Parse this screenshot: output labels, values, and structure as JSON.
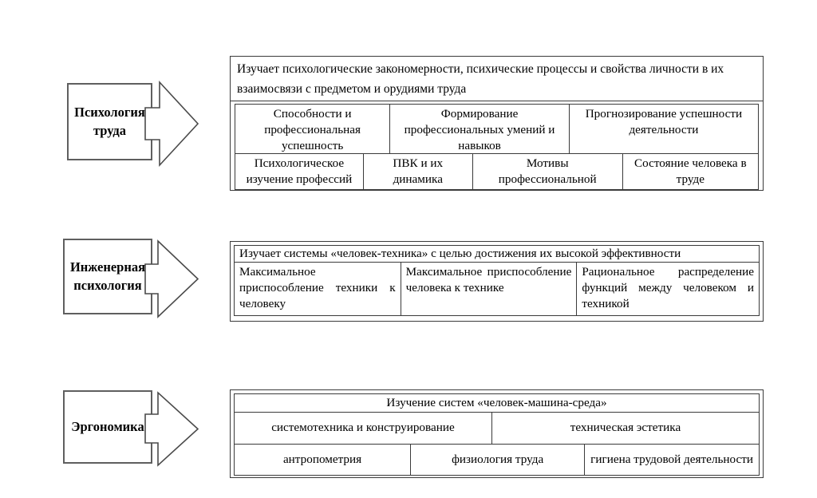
{
  "diagram_title": "",
  "colors": {
    "background": "#ffffff",
    "table_border": "#3a3a3a",
    "label_box_stroke": "#5f5f5f",
    "arrow_stroke": "#4a4a4a",
    "text": "#000000"
  },
  "sections": [
    {
      "label": "Психология труда",
      "header": "Изучает психологические закономерности, психические процессы и свойства личности в их взаимосвязи с предметом и орудиями труда",
      "rows": [
        {
          "cells": [
            "Способности и профессиональная успешность",
            "Формирование профессиональных умений и навыков",
            "Прогнозирование успешности деятельности"
          ]
        },
        {
          "cells": [
            "Психологическое изучение профессий",
            "ПВК и их динамика",
            "Мотивы профессиональной",
            "Состояние человека в труде"
          ]
        }
      ]
    },
    {
      "label": "Инженерная психология",
      "header": "Изучает системы «человек-техника» с целью достижения их высокой эффективности",
      "rows": [
        {
          "cells": [
            "Максимальное приспособление техники к человеку",
            "Максимальное приспособление человека к технике",
            "Рациональное распределение функций между человеком и техникой"
          ]
        }
      ]
    },
    {
      "label": "Эргономика",
      "header": "Изучение систем «человек-машина-среда»",
      "rows": [
        {
          "cells": [
            "системотехника и конструирование",
            "техническая эстетика"
          ]
        },
        {
          "cells": [
            "антропометрия",
            "физиология труда",
            "гигиена трудовой деятельности"
          ]
        }
      ]
    }
  ]
}
